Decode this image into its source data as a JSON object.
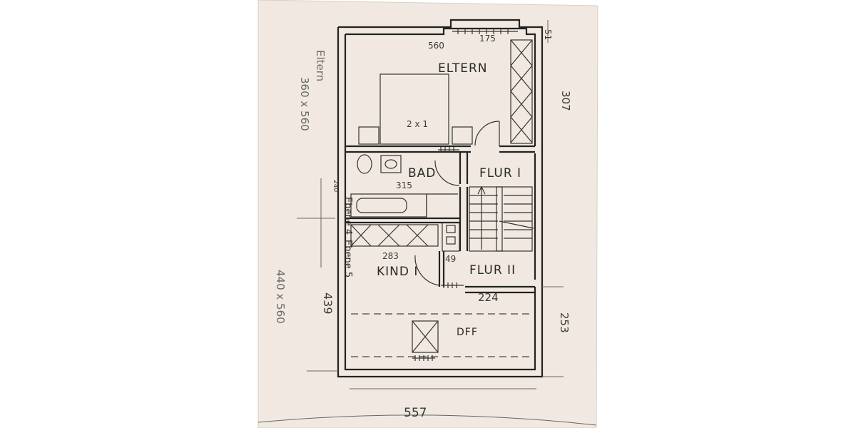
{
  "rooms": {
    "eltern": "ELTERN",
    "bad": "BAD",
    "flur1": "FLUR I",
    "flur2": "FLUR II",
    "kind1": "KIND I",
    "dff": "DFF"
  },
  "dimensions": {
    "top_width": "560",
    "window_width": "175",
    "right_top": "307",
    "top_right_corner": "51",
    "bad_width": "315",
    "bad_height": "240",
    "kind_dim": "283",
    "door_dim": "49",
    "flur2_width": "224",
    "right_bottom": "253",
    "left_bottom": "439",
    "bottom_width": "557"
  },
  "side_notes": {
    "eltern_label": "Eltern",
    "eltern_size": "360 x 560",
    "kind_size": "440 x 560"
  },
  "levels": {
    "upper": "Ebene 4",
    "lower": "Ebene 5"
  },
  "colors": {
    "paper": "#f1e9e1",
    "ink": "#222222",
    "pencil": "#6a6a6a",
    "background": "#ffffff"
  }
}
